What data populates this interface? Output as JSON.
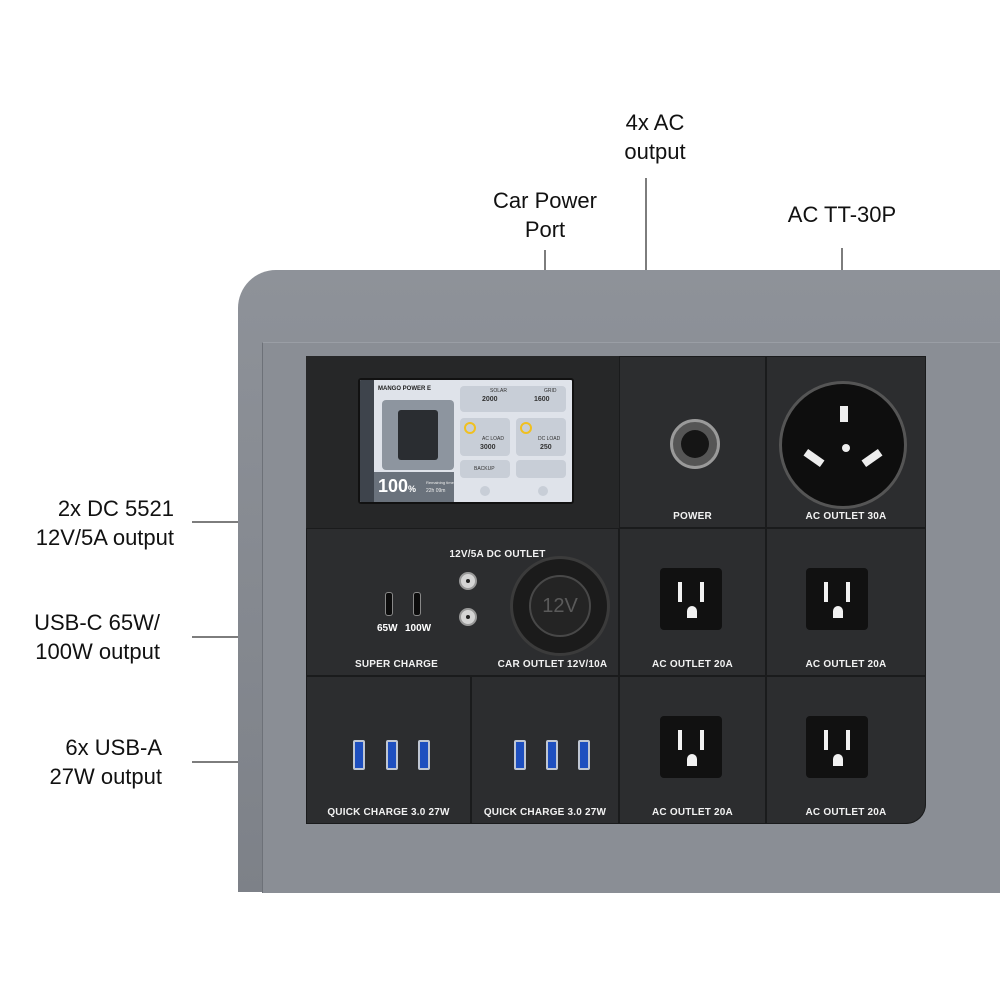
{
  "callouts": {
    "ac_output": "4x AC\noutput",
    "car_port": "Car Power\nPort",
    "tt30": "AC TT-30P",
    "dc5521": "2x DC 5521\n12V/5A output",
    "usbc": "USB-C 65W/\n100W output",
    "usba": "6x USB-A\n27W output"
  },
  "screen": {
    "brand": "MANGO POWER E",
    "solar_label": "SOLAR",
    "solar_value": "2000",
    "grid_label": "GRID",
    "grid_value": "1600",
    "ac_load_label": "AC LOAD",
    "ac_load_value": "3000",
    "dc_load_label": "DC LOAD",
    "dc_load_value": "250",
    "backup_label": "BACKUP",
    "battery_percent": "100",
    "remaining_time": "22h 09m",
    "remaining_label": "Remaining time"
  },
  "panel": {
    "power_label": "POWER",
    "ac_outlet_30a": "AC OUTLET 30A",
    "dc_outlet": "12V/5A DC OUTLET",
    "usbc_65": "65W",
    "usbc_100": "100W",
    "super_charge": "SUPER CHARGE",
    "car_outlet": "CAR OUTLET 12V/10A",
    "ac_outlet_20a": "AC OUTLET 20A",
    "quick_charge": "QUICK CHARGE 3.0  27W",
    "car_socket_text": "12V"
  },
  "colors": {
    "shell": "#7d8188",
    "panel": "#262728",
    "usb_a_blue": "#1e4fbf",
    "accent_yellow": "#f0c020"
  }
}
